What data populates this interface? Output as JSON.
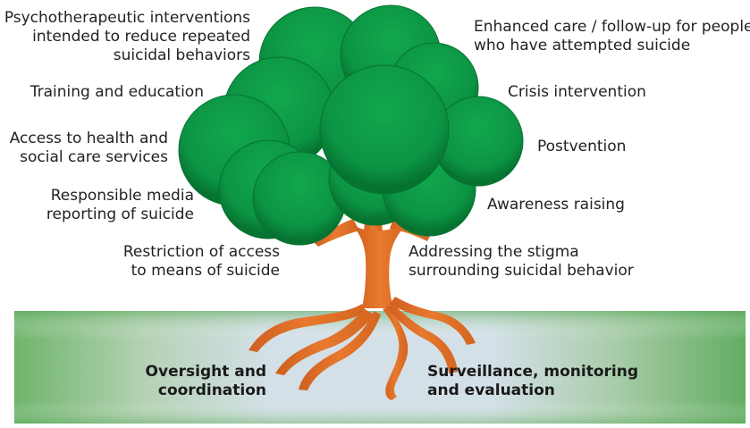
{
  "colors": {
    "canopy": "#0e9b47",
    "canopy_dark": "#07722f",
    "trunk": "#e0702a",
    "ground_green": "#6bb46a",
    "ground_light": "#cfdde6"
  },
  "left_labels": [
    {
      "id": "psychotherapeutic",
      "lines": [
        "Psychotherapeutic interventions",
        "intended to reduce repeated",
        "suicidal behaviors"
      ]
    },
    {
      "id": "training",
      "lines": [
        "Training and education"
      ]
    },
    {
      "id": "access-health",
      "lines": [
        "Access to health and",
        "social care services"
      ]
    },
    {
      "id": "media",
      "lines": [
        "Responsible media",
        "reporting of suicide"
      ]
    },
    {
      "id": "restriction",
      "lines": [
        "Restriction of access",
        "to means of suicide"
      ]
    }
  ],
  "right_labels": [
    {
      "id": "enhanced-care",
      "lines": [
        "Enhanced care / follow-up for people",
        "who have attempted suicide"
      ]
    },
    {
      "id": "crisis",
      "lines": [
        "Crisis intervention"
      ]
    },
    {
      "id": "postvention",
      "lines": [
        "Postvention"
      ]
    },
    {
      "id": "awareness",
      "lines": [
        "Awareness raising"
      ]
    },
    {
      "id": "stigma",
      "lines": [
        "Addressing the stigma",
        "surrounding suicidal behavior"
      ]
    }
  ],
  "root_labels": [
    {
      "id": "oversight",
      "lines": [
        "Oversight and",
        "coordination"
      ]
    },
    {
      "id": "surveillance",
      "lines": [
        "Surveillance, monitoring",
        "and evaluation"
      ]
    }
  ]
}
